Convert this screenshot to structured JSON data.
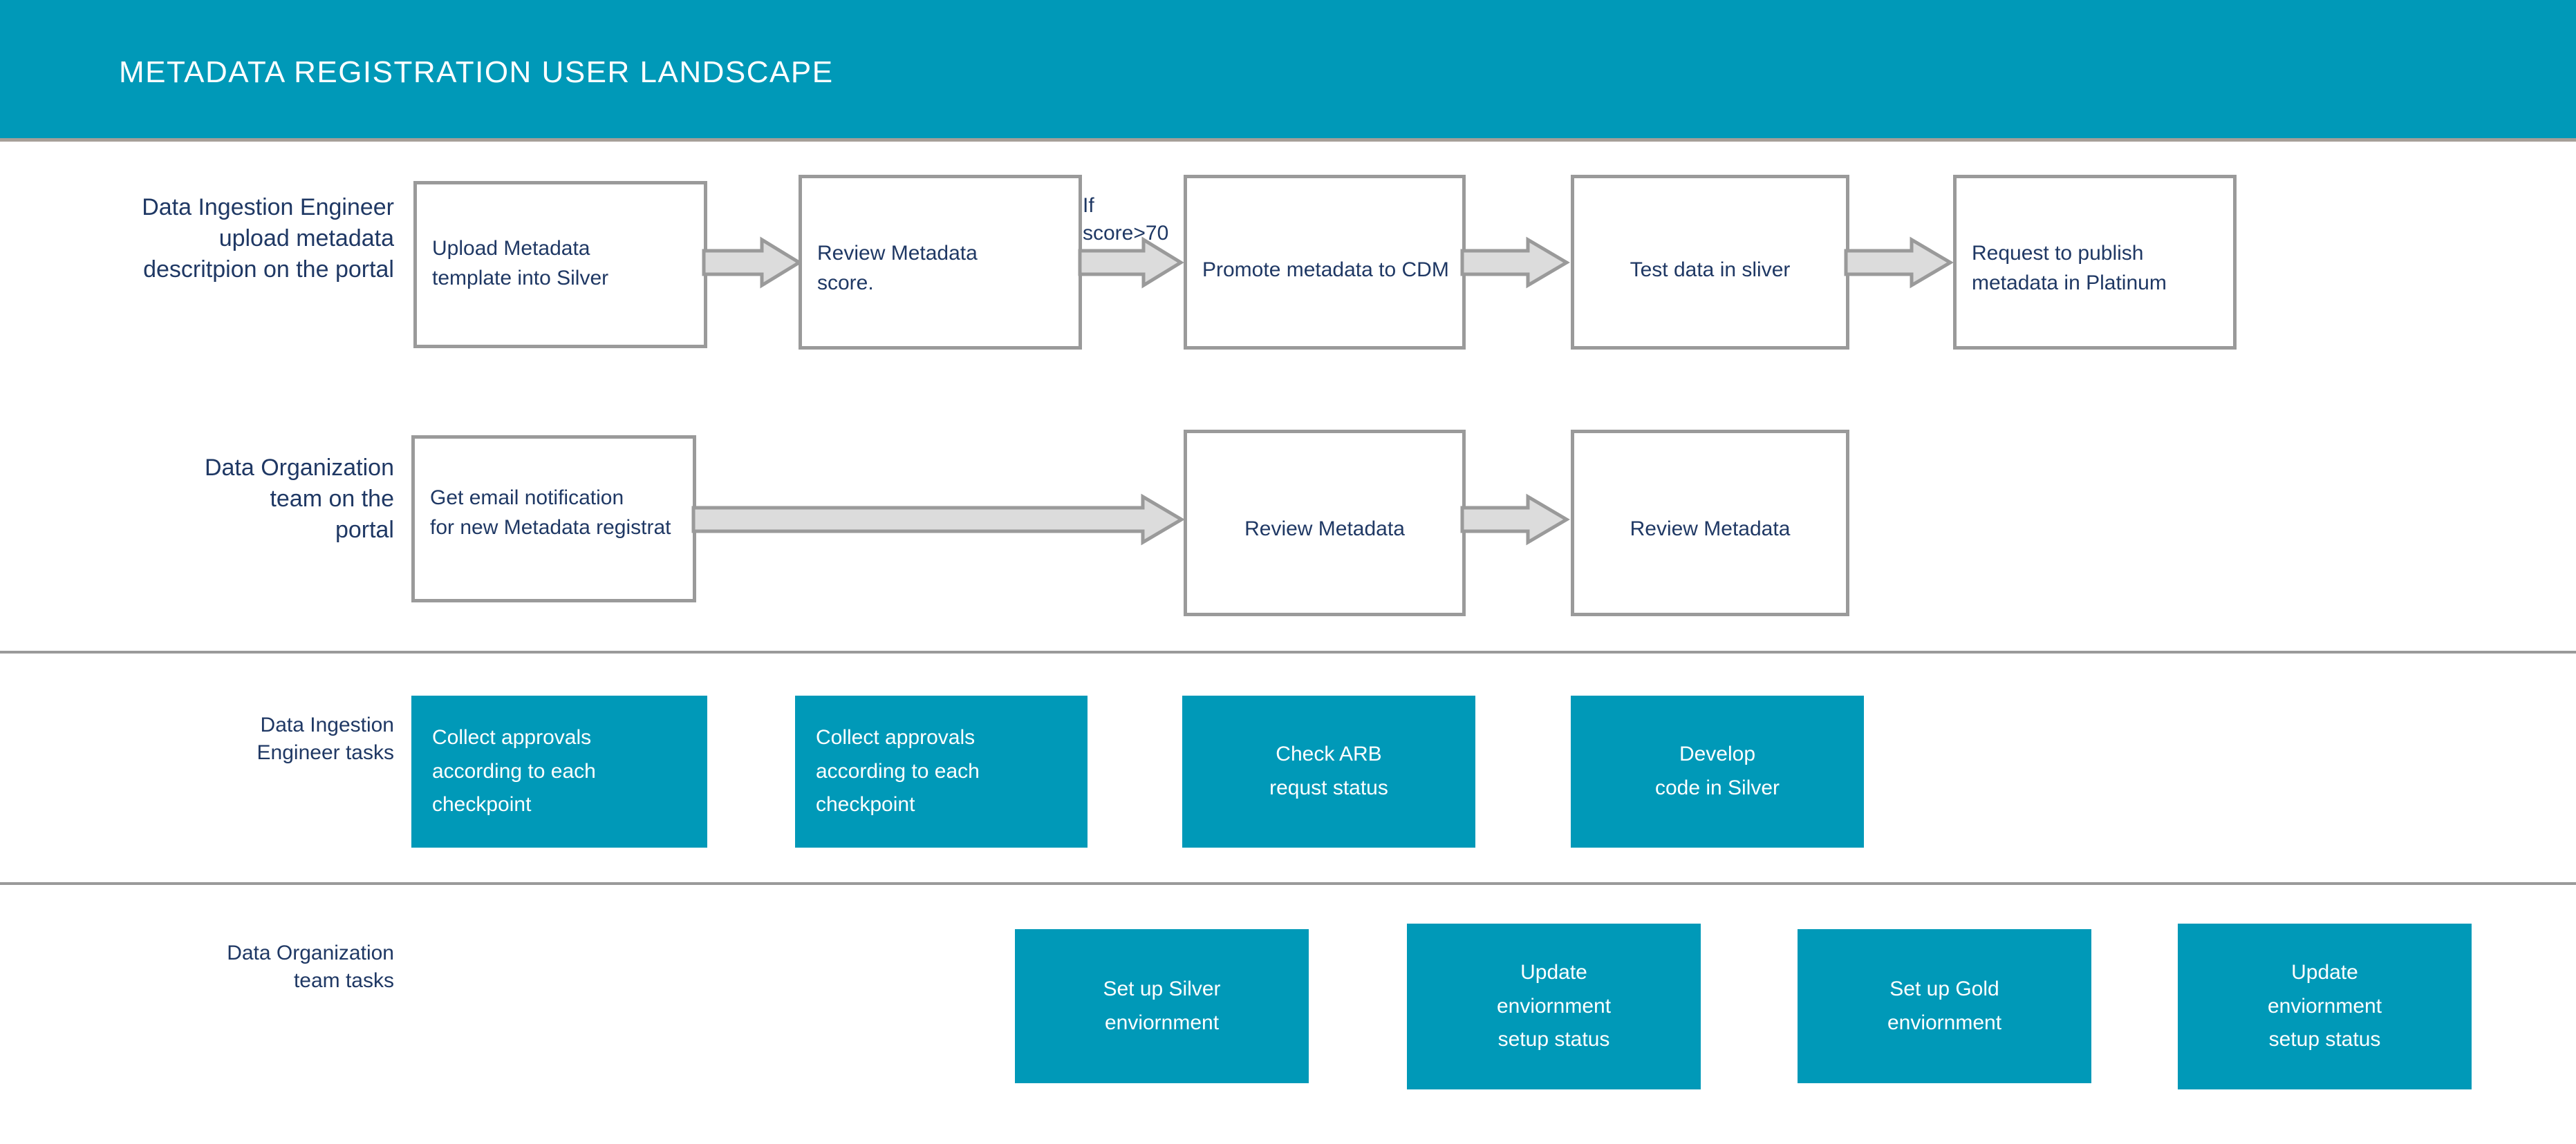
{
  "header": {
    "title": "METADATA REGISTRATION USER LANDSCAPE",
    "bg_color": "#0099b8",
    "text_color": "#ffffff"
  },
  "theme": {
    "teal": "#0099b8",
    "navy_text": "#1f3864",
    "box_border_gray": "#9a9a9a",
    "arrow_fill": "#dcdcdc",
    "arrow_stroke": "#9a9a9a",
    "page_bg": "#ffffff"
  },
  "lanes": [
    {
      "id": "data-ingestion-engineer-portal",
      "label_lines": [
        "Data Ingestion Engineer",
        "upload metadata",
        "descritpion on the portal"
      ],
      "steps": [
        {
          "lines": [
            "Upload Metadata",
            "template into Silver"
          ],
          "align": "left"
        },
        {
          "lines": [
            "Review Metadata",
            "score."
          ],
          "align": "left"
        },
        {
          "lines": [
            "Promote metadata to CDM"
          ],
          "align": "left"
        },
        {
          "lines": [
            "Test data in sliver"
          ],
          "align": "center"
        },
        {
          "lines": [
            "Request to publish",
            "metadata in Platinum"
          ],
          "align": "left"
        }
      ],
      "edge_labels": [
        {
          "lines": [
            "If",
            "score>70"
          ],
          "after_step": 2
        }
      ]
    },
    {
      "id": "data-organization-team-portal",
      "label_lines": [
        "Data Organization",
        "team  on the",
        "portal"
      ],
      "steps": [
        {
          "lines": [
            "Get email notification",
            "for new Metadata registrat"
          ],
          "align": "left"
        },
        {
          "lines": [
            "Review Metadata"
          ],
          "align": "center"
        },
        {
          "lines": [
            "Review Metadata"
          ],
          "align": "center"
        }
      ],
      "edge_labels": []
    },
    {
      "id": "data-ingestion-engineer-tasks",
      "label_lines": [
        "Data Ingestion",
        "Engineer tasks"
      ],
      "tasks": [
        {
          "lines": [
            "Collect approvals",
            "according to each",
            "checkpoint"
          ],
          "align": "left"
        },
        {
          "lines": [
            "Collect approvals",
            "according to each",
            "checkpoint"
          ],
          "align": "left"
        },
        {
          "lines": [
            "Check ARB",
            "requst status"
          ],
          "align": "center"
        },
        {
          "lines": [
            "Develop",
            "code in Silver"
          ],
          "align": "center"
        }
      ]
    },
    {
      "id": "data-organization-team-tasks",
      "label_lines": [
        "Data Organization",
        "team tasks"
      ],
      "tasks": [
        {
          "lines": [
            "Set up Silver",
            "enviornment"
          ],
          "align": "center"
        },
        {
          "lines": [
            "Update",
            "enviornment",
            "setup status"
          ],
          "align": "center"
        },
        {
          "lines": [
            "Set up Gold",
            "enviornment"
          ],
          "align": "center"
        },
        {
          "lines": [
            "Update",
            "enviornment",
            "setup status"
          ],
          "align": "center"
        }
      ]
    }
  ]
}
